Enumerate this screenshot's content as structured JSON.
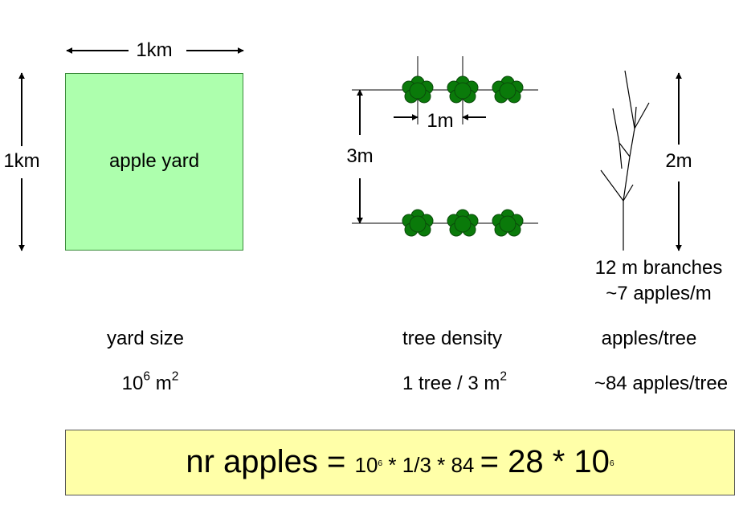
{
  "yard": {
    "width_label": "1km",
    "height_label": "1km",
    "box_label": "apple yard",
    "color": "#adffad"
  },
  "trees": {
    "spacing_label": "1m",
    "row_gap_label": "3m",
    "color": "#0a7a0a"
  },
  "branch": {
    "height_label": "2m",
    "text_line1": "12 m branches",
    "text_line2": "~7 apples/m"
  },
  "summary": {
    "yard_title": "yard size",
    "yard_base": "10",
    "yard_exp": "6",
    "yard_unit": "m",
    "yard_unit_exp": "2",
    "density_title": "tree density",
    "density_value": "1 tree / 3 m",
    "density_exp": "2",
    "apples_title": "apples/tree",
    "apples_value": "~84 apples/tree"
  },
  "formula": {
    "lhs": "nr apples = ",
    "base1": "10",
    "exp1": "6",
    "middle": " * 1/3 * 84 ",
    "eq": "= 28 * 10",
    "exp2": "6",
    "color": "#ffffa8"
  }
}
